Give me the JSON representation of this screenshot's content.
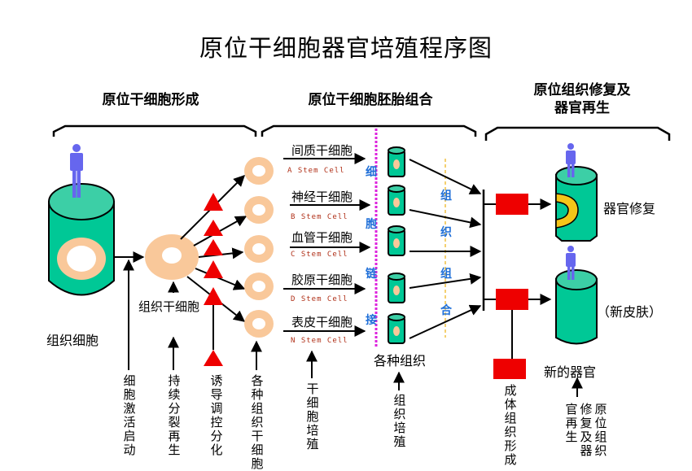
{
  "title": "原位干细胞器官培殖程序图",
  "sections": [
    {
      "label": "原位干细胞形成"
    },
    {
      "label": "原位干细胞胚胎组合"
    },
    {
      "label_line1": "原位组织修复及",
      "label_line2": "器官再生"
    }
  ],
  "stage1": {
    "tissue_cell_label": "组织细胞",
    "tissue_stem_cell_label": "组织干细胞"
  },
  "stem_cells": [
    {
      "name": "间质干细胞",
      "code": "A Stem  Cell"
    },
    {
      "name": "神经干细胞",
      "code": "B Stem  Cell"
    },
    {
      "name": "血管干细胞",
      "code": "C Stem  Cell"
    },
    {
      "name": "胶原干细胞",
      "code": "D Stem  Cell"
    },
    {
      "name": "表皮干细胞",
      "code": "N Stem  Cell"
    }
  ],
  "link_text": [
    "细",
    "胞",
    "链",
    "接"
  ],
  "combine_text": [
    "组",
    "织",
    "组",
    "合"
  ],
  "various_tissues_label": "各种组织",
  "stage3": {
    "organ_repair_label": "器官修复",
    "new_skin_label": "（新皮肤）",
    "new_organ_label": "新的器官"
  },
  "bottom_labels": [
    "细胞激活启动",
    "持续分裂再生",
    "诱导调控分化",
    "各种组织干细胞",
    "干细胞培殖",
    "组织培殖",
    "成体组织形成"
  ],
  "bottom_label_multi": [
    "原位组织",
    "修复及器",
    "官再生"
  ],
  "colors": {
    "cylinder": "#00c896",
    "cylinder_top": "#3ccfa6",
    "cell_ring": "#f9c89a",
    "person": "#6666ee",
    "triangle": "#ee0000",
    "red_box": "#ee0000",
    "link_line": "#dd22dd",
    "combine_line": "#f0c040",
    "organ_ring": "#f5c518",
    "blue_text": "#1f6fd8"
  }
}
